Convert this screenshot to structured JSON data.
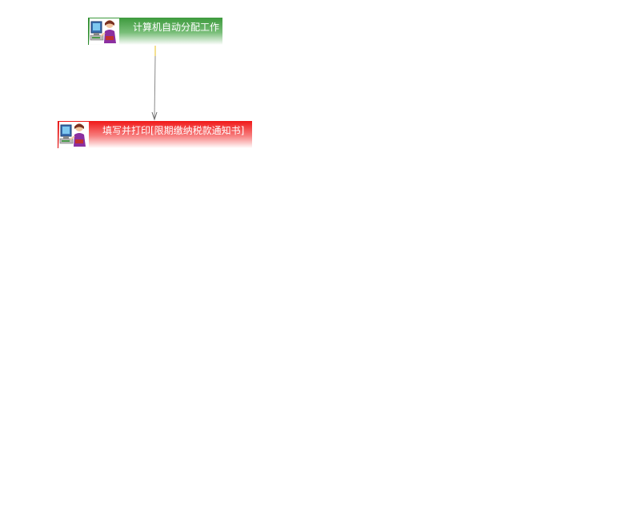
{
  "workflow": {
    "nodes": [
      {
        "id": "auto-assign",
        "label": "计算机自动分配工作",
        "color": "#3d9a3d",
        "icon": "person-at-computer-icon"
      },
      {
        "id": "fill-print-notice",
        "label": "填写并打印[限期缴纳税款通知书]",
        "color": "#f01818",
        "icon": "person-at-computer-icon"
      }
    ],
    "edges": [
      {
        "from": "auto-assign",
        "to": "fill-print-notice"
      }
    ]
  }
}
